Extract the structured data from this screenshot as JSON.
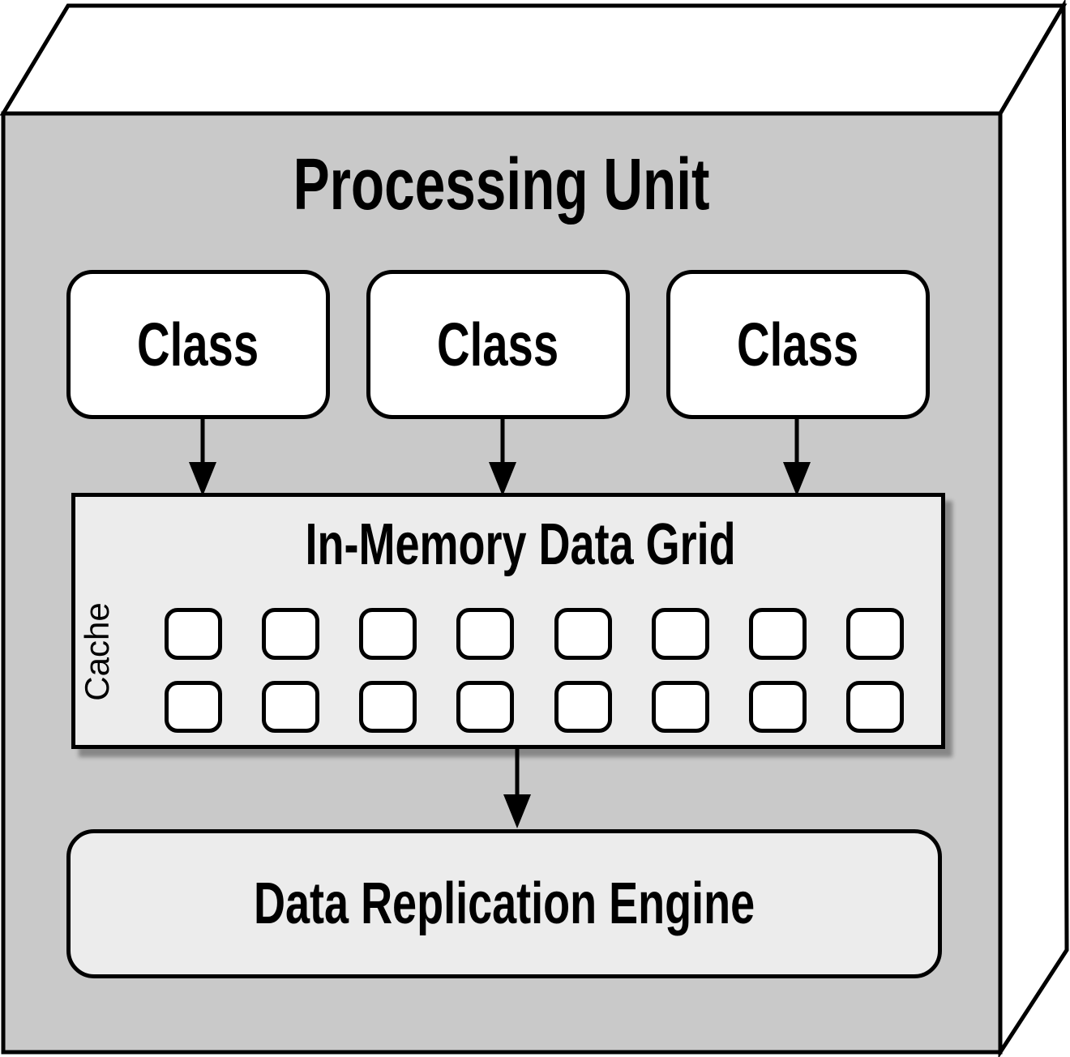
{
  "colors": {
    "front_face": "#c9c9c9",
    "panel_fill": "#ececec",
    "cell_fill": "#ffffff",
    "line": "#000000",
    "shadow": "rgba(0,0,0,0.33)"
  },
  "processing_unit": {
    "title": "Processing Unit"
  },
  "class_boxes": [
    {
      "label": "Class"
    },
    {
      "label": "Class"
    },
    {
      "label": "Class"
    }
  ],
  "data_grid": {
    "title": "In-Memory Data Grid",
    "side_label": "Cache",
    "cache_rows": 2,
    "cache_columns": 8
  },
  "replication_engine": {
    "label": "Data Replication Engine"
  }
}
